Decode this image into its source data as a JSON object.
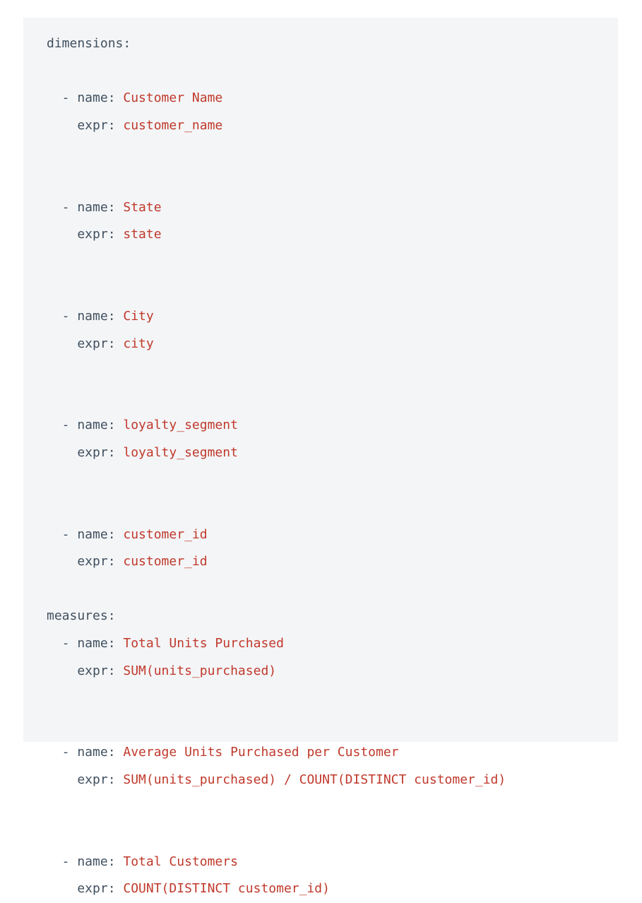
{
  "document": {
    "type": "yaml-code-block",
    "language": "yaml",
    "background_color": "#f4f5f7",
    "page_background_color": "#ffffff",
    "key_color": "#40505f",
    "value_color": "#c0392b",
    "lines": [
      {
        "indent": 0,
        "key": "dimensions:",
        "value": ""
      },
      {
        "indent": 0,
        "key": "",
        "value": ""
      },
      {
        "indent": 2,
        "key": "- name:",
        "value": "Customer Name"
      },
      {
        "indent": 4,
        "key": "expr:",
        "value": "customer_name"
      },
      {
        "indent": 0,
        "key": "",
        "value": ""
      },
      {
        "indent": 0,
        "key": "",
        "value": ""
      },
      {
        "indent": 2,
        "key": "- name:",
        "value": "State"
      },
      {
        "indent": 4,
        "key": "expr:",
        "value": "state"
      },
      {
        "indent": 0,
        "key": "",
        "value": ""
      },
      {
        "indent": 0,
        "key": "",
        "value": ""
      },
      {
        "indent": 2,
        "key": "- name:",
        "value": "City"
      },
      {
        "indent": 4,
        "key": "expr:",
        "value": "city"
      },
      {
        "indent": 0,
        "key": "",
        "value": ""
      },
      {
        "indent": 0,
        "key": "",
        "value": ""
      },
      {
        "indent": 2,
        "key": "- name:",
        "value": "loyalty_segment"
      },
      {
        "indent": 4,
        "key": "expr:",
        "value": "loyalty_segment"
      },
      {
        "indent": 0,
        "key": "",
        "value": ""
      },
      {
        "indent": 0,
        "key": "",
        "value": ""
      },
      {
        "indent": 2,
        "key": "- name:",
        "value": "customer_id"
      },
      {
        "indent": 4,
        "key": "expr:",
        "value": "customer_id"
      },
      {
        "indent": 0,
        "key": "",
        "value": ""
      },
      {
        "indent": 0,
        "key": "measures:",
        "value": ""
      },
      {
        "indent": 2,
        "key": "- name:",
        "value": "Total Units Purchased"
      },
      {
        "indent": 4,
        "key": "expr:",
        "value": "SUM(units_purchased)"
      },
      {
        "indent": 0,
        "key": "",
        "value": ""
      },
      {
        "indent": 0,
        "key": "",
        "value": ""
      },
      {
        "indent": 2,
        "key": "- name:",
        "value": "Average Units Purchased per Customer"
      },
      {
        "indent": 4,
        "key": "expr:",
        "value": "SUM(units_purchased) / COUNT(DISTINCT customer_id)"
      },
      {
        "indent": 0,
        "key": "",
        "value": ""
      },
      {
        "indent": 0,
        "key": "",
        "value": ""
      },
      {
        "indent": 2,
        "key": "- name:",
        "value": "Total Customers"
      },
      {
        "indent": 4,
        "key": "expr:",
        "value": "COUNT(DISTINCT customer_id)"
      }
    ]
  }
}
